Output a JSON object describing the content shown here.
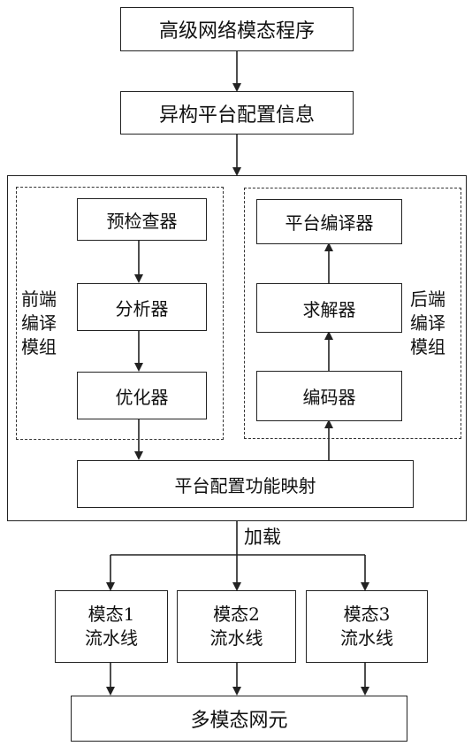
{
  "flow": {
    "top_box_1": "高级网络模态程序",
    "top_box_2": "异构平台配置信息"
  },
  "frontend": {
    "label": [
      "前端",
      "编译",
      "模组"
    ],
    "prechecker": "预检查器",
    "analyzer": "分析器",
    "optimizer": "优化器"
  },
  "backend": {
    "label": [
      "后端",
      "编译",
      "模组"
    ],
    "platform_compiler": "平台编译器",
    "solver": "求解器",
    "encoder": "编码器"
  },
  "mapping": "平台配置功能映射",
  "load_label": "加载",
  "pipelines": [
    {
      "line1": "模态1",
      "line2": "流水线"
    },
    {
      "line1": "模态2",
      "line2": "流水线"
    },
    {
      "line1": "模态3",
      "line2": "流水线"
    }
  ],
  "bottom": "多模态网元"
}
